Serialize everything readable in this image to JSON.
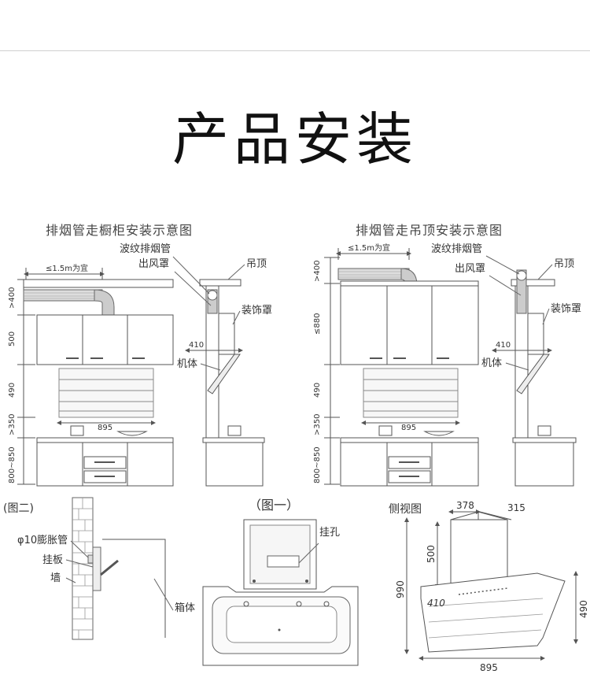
{
  "title": "产品安装",
  "left_diagram": {
    "heading": "排烟管走橱柜安装示意图",
    "dim_top": "≤1.5m为宜",
    "dim_h400": ">400",
    "dim_500": "500",
    "dim_490": "490",
    "dim_350": ">350",
    "dim_800": "800~850",
    "dim_895": "895",
    "dim_410": "410",
    "label_flex_pipe": "波纹排烟管",
    "label_outlet": "出风罩",
    "label_ceiling": "吊顶",
    "label_cover": "装饰罩",
    "label_body": "机体"
  },
  "right_diagram": {
    "heading": "排烟管走吊顶安装示意图",
    "dim_top": "≤1.5m为宜",
    "dim_h400": ">400",
    "dim_880": "≤880",
    "dim_490": "490",
    "dim_350": ">350",
    "dim_800": "800~850",
    "dim_895": "895",
    "dim_410": "410",
    "label_flex_pipe": "波纹排烟管",
    "label_outlet": "出风罩",
    "label_ceiling": "吊顶",
    "label_cover": "装饰罩",
    "label_body": "机体"
  },
  "fig2": {
    "caption": "(图二)",
    "label_bolt": "φ10膨胀管",
    "label_plate": "挂板",
    "label_wall": "墙",
    "label_box": "箱体"
  },
  "fig1": {
    "caption": "（图一）",
    "label_hole": "挂孔"
  },
  "side_view": {
    "caption": "侧视图",
    "dim_378": "378",
    "dim_315": "315",
    "dim_500": "500",
    "dim_990": "990",
    "dim_410": "410",
    "dim_490": "490",
    "dim_895": "895"
  }
}
